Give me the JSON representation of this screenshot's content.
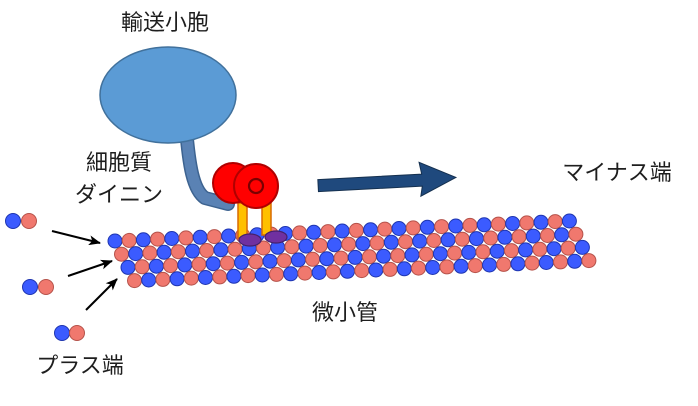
{
  "labels": {
    "vesicle": "輸送小胞",
    "dynein_line1": "細胞質",
    "dynein_line2": "ダイニン",
    "minus_end": "マイナス端",
    "microtubule": "微小管",
    "plus_end": "プラス端"
  },
  "colors": {
    "vesicle": "#5b9bd5",
    "dynein_neck": "#5a82b4",
    "dynein_head": "#ff0000",
    "dynein_stalk": "#ffc000",
    "dynein_foot": "#7030a0",
    "motion_arrow": "#1f497d",
    "tubulin_blue": "#3b5bff",
    "tubulin_red": "#f0786e"
  }
}
